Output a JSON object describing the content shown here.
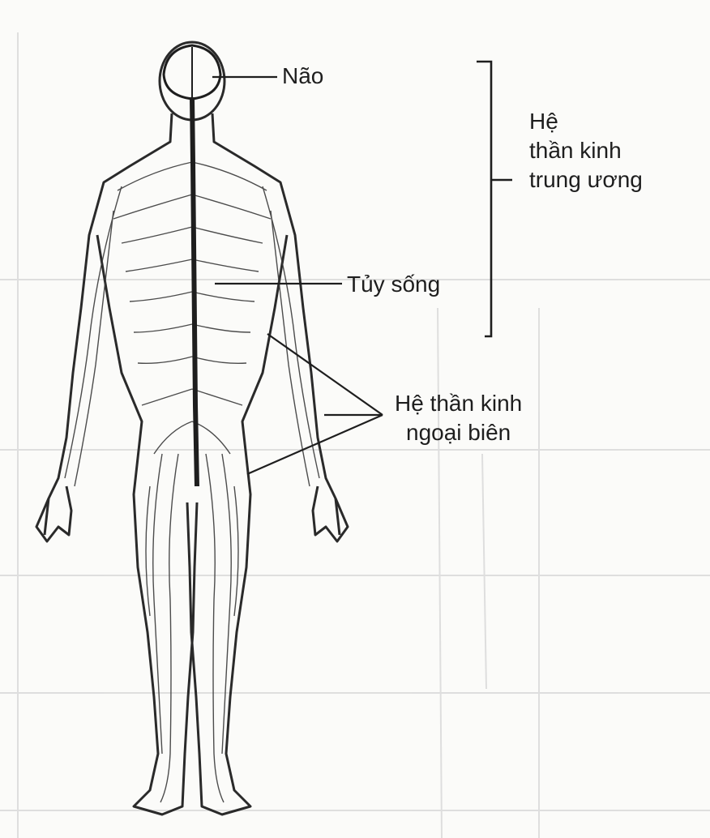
{
  "diagram": {
    "labels": {
      "brain": "Não",
      "cns_lines": [
        "Hệ",
        "thần kinh",
        "trung ương"
      ],
      "spinal_cord": "Tủy sống",
      "pns_lines": [
        "Hệ thần kinh",
        "ngoại biên"
      ]
    },
    "colors": {
      "ink": "#1e1e1e",
      "paper": "#fbfbf9",
      "show_through": "#c9c9c9"
    }
  }
}
